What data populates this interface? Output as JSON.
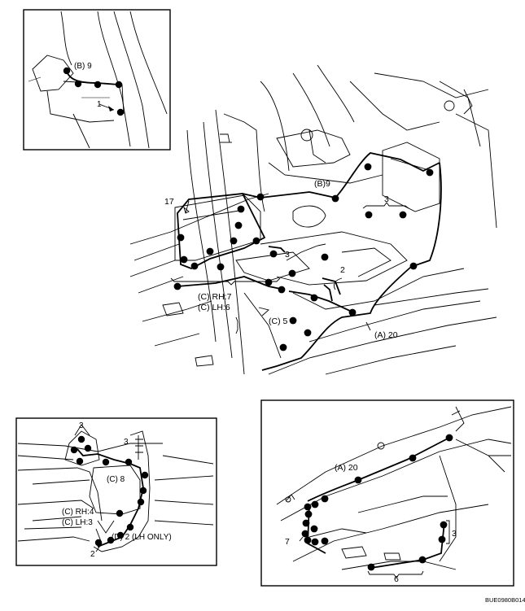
{
  "diagram_id": "BUE0980B014",
  "callouts": {
    "main": {
      "b9": "(B)9",
      "c_rh": "(C) RH:7",
      "c_lh": "(C) LH:6",
      "c5": "(C) 5",
      "a20": "(A) 20",
      "n17": "17",
      "n3a": "3",
      "n3b": "3",
      "n2": "2"
    },
    "inset_top_left": {
      "b9": "(B) 9",
      "n1": "1"
    },
    "inset_bottom_left": {
      "n3a": "3",
      "n3b": "3",
      "c8": "(C) 8",
      "c_rh4": "(C) RH:4",
      "c_lh3": "(C) LH:3",
      "d2": "(D) 2 (LH ONLY)",
      "n2": "2"
    },
    "inset_bottom_right": {
      "a20": "(A) 20",
      "n7": "7",
      "n3": "3",
      "n6": "6"
    }
  }
}
